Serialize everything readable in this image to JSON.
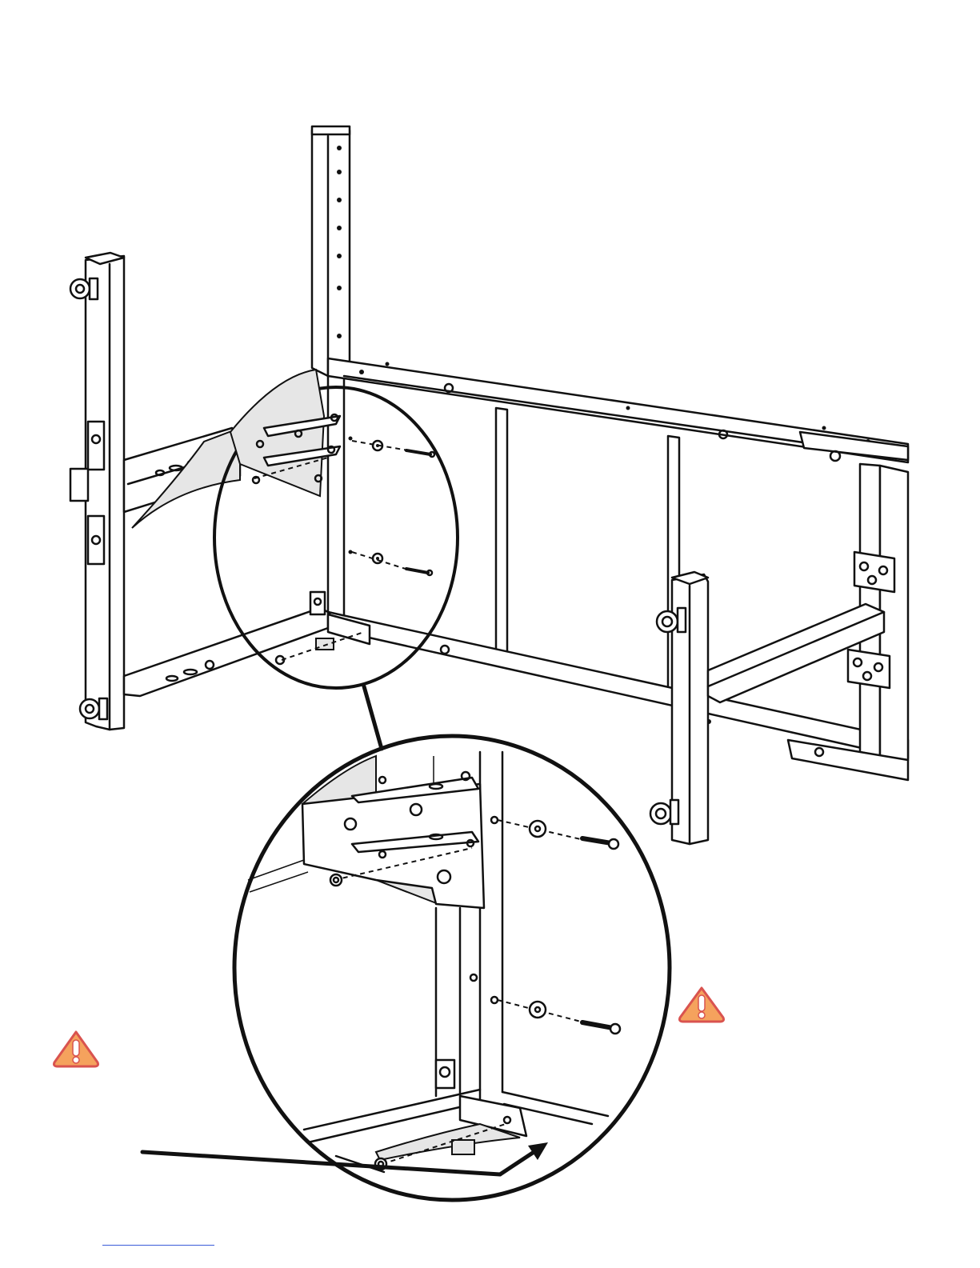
{
  "diagram": {
    "type": "assembly-instruction",
    "parts": [
      "frame-upright-left",
      "frame-upright-rear",
      "frame-upright-front",
      "top-rail",
      "bottom-rail",
      "corner-bracket",
      "bolt",
      "washer",
      "leveling-foot"
    ],
    "callout": "magnified-detail-circle",
    "icons": [
      "warning-icon",
      "warning-icon"
    ]
  },
  "colors": {
    "line": "#111111",
    "warning_fill": "#f5a25d",
    "warning_border": "#d9534f",
    "footer_rule": "#3a5bd9"
  }
}
